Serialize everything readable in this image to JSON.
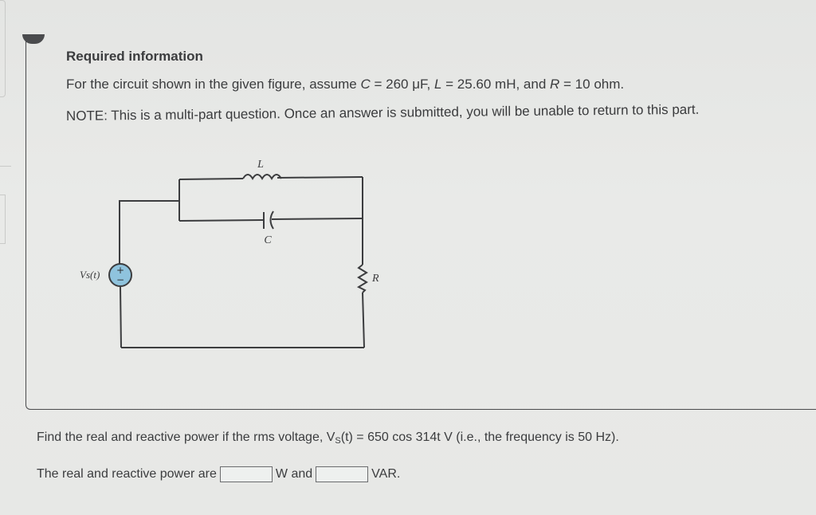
{
  "required_info": {
    "heading": "Required information",
    "statement": {
      "prefix": "For the circuit shown in the given figure, assume ",
      "c_symbol": "C",
      "c_value": " = 260 μF, ",
      "l_symbol": "L",
      "l_value": " = 25.60 mH, and ",
      "r_symbol": "R",
      "r_value": " = 10 ohm."
    },
    "note": "NOTE: This is a multi-part question. Once an answer is submitted, you will be unable to return to this part."
  },
  "circuit": {
    "labels": {
      "inductor": "L",
      "capacitor": "C",
      "resistor": "R",
      "source": "Vs(t)",
      "source_polarity_plus": "+",
      "source_polarity_minus": "−"
    },
    "colors": {
      "wire": "#3c3d3f",
      "source_fill": "#8fc3dd",
      "source_stroke": "#3c3d3f"
    }
  },
  "question": {
    "prefix": "Find the real and reactive power if the rms voltage, V",
    "subscript": "S",
    "suffix": "(t) = 650 cos 314t V (i.e., the frequency is 50 Hz)."
  },
  "answer": {
    "prefix": "The real and reactive power are",
    "unit_1": "W and",
    "unit_2": "VAR.",
    "real_power_value": "",
    "reactive_power_value": ""
  }
}
